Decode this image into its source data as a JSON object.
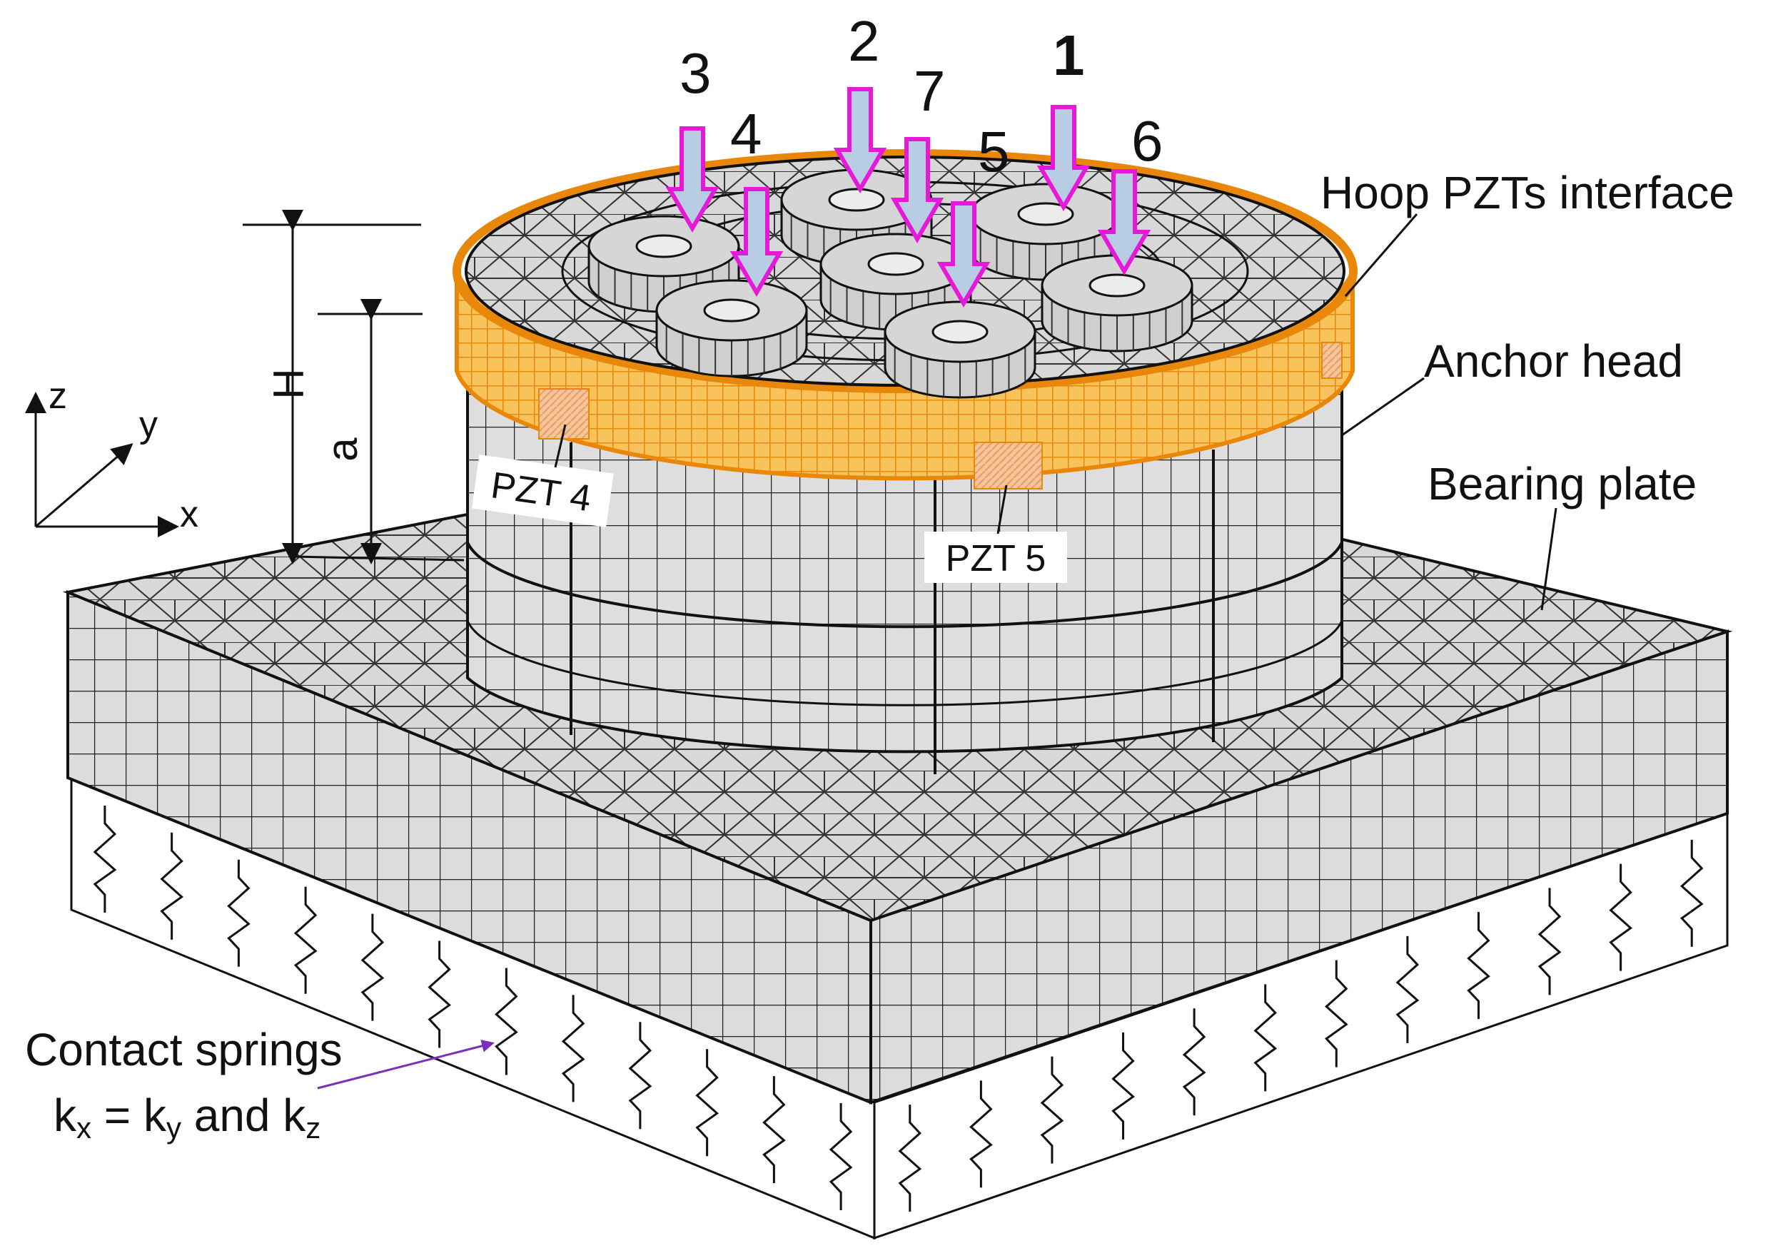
{
  "strand_labels": [
    "1",
    "2",
    "3",
    "4",
    "5",
    "6",
    "7"
  ],
  "labels": {
    "hoop_pzts_interface": "Hoop PZTs interface",
    "anchor_head": "Anchor head",
    "bearing_plate": "Bearing plate",
    "pzt4": "PZT 4",
    "pzt5": "PZT 5",
    "contact_springs": "Contact springs",
    "spring_k": "k",
    "spring_sub_x": "x",
    "spring_eq": " = k",
    "spring_sub_y": "y",
    "spring_and": " and k",
    "spring_sub_z": "z"
  },
  "axes": {
    "z": "z",
    "y": "y",
    "x": "x"
  },
  "dimensions": {
    "H": "H",
    "a": "a"
  },
  "colors": {
    "mesh_fill": "#dcdcdc",
    "mesh_line": "#1a1a1a",
    "interface_orange": "#e8870a",
    "interface_yellow": "#f7c35a",
    "arrow_fill": "#b8cce4",
    "arrow_stroke": "#e619d8",
    "callout_purple": "#7b2fbe"
  }
}
